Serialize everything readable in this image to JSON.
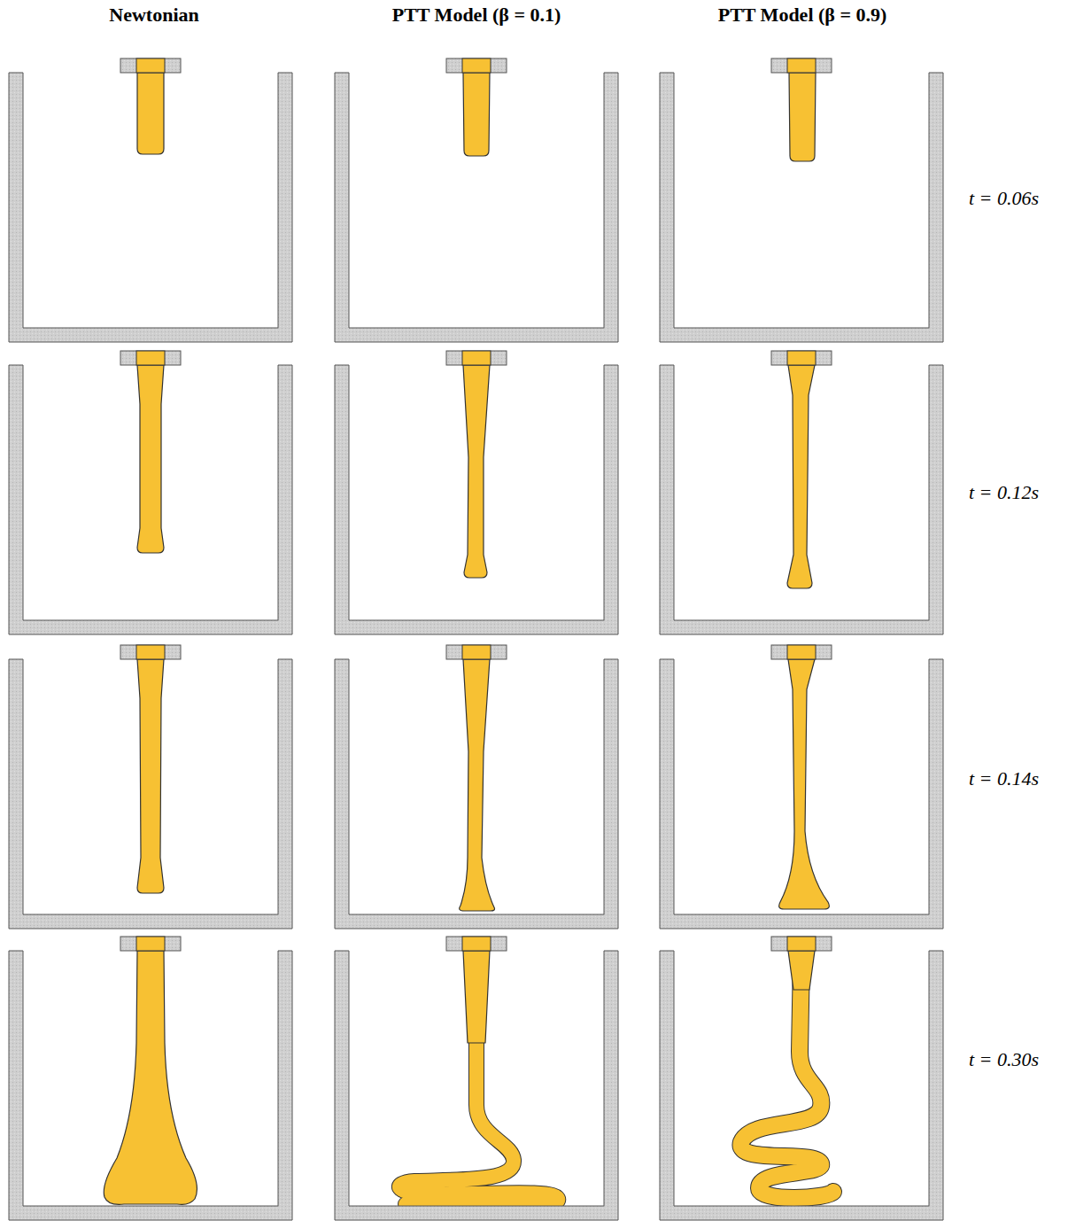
{
  "diagram": {
    "labels": [
      "Newtonian",
      "PTT Model (β = 0.1)",
      "PTT Model (β = 0.9)",
      "t = 0.06s",
      "t = 0.12s",
      "t = 0.14s",
      "t = 0.30s"
    ]
  }
}
